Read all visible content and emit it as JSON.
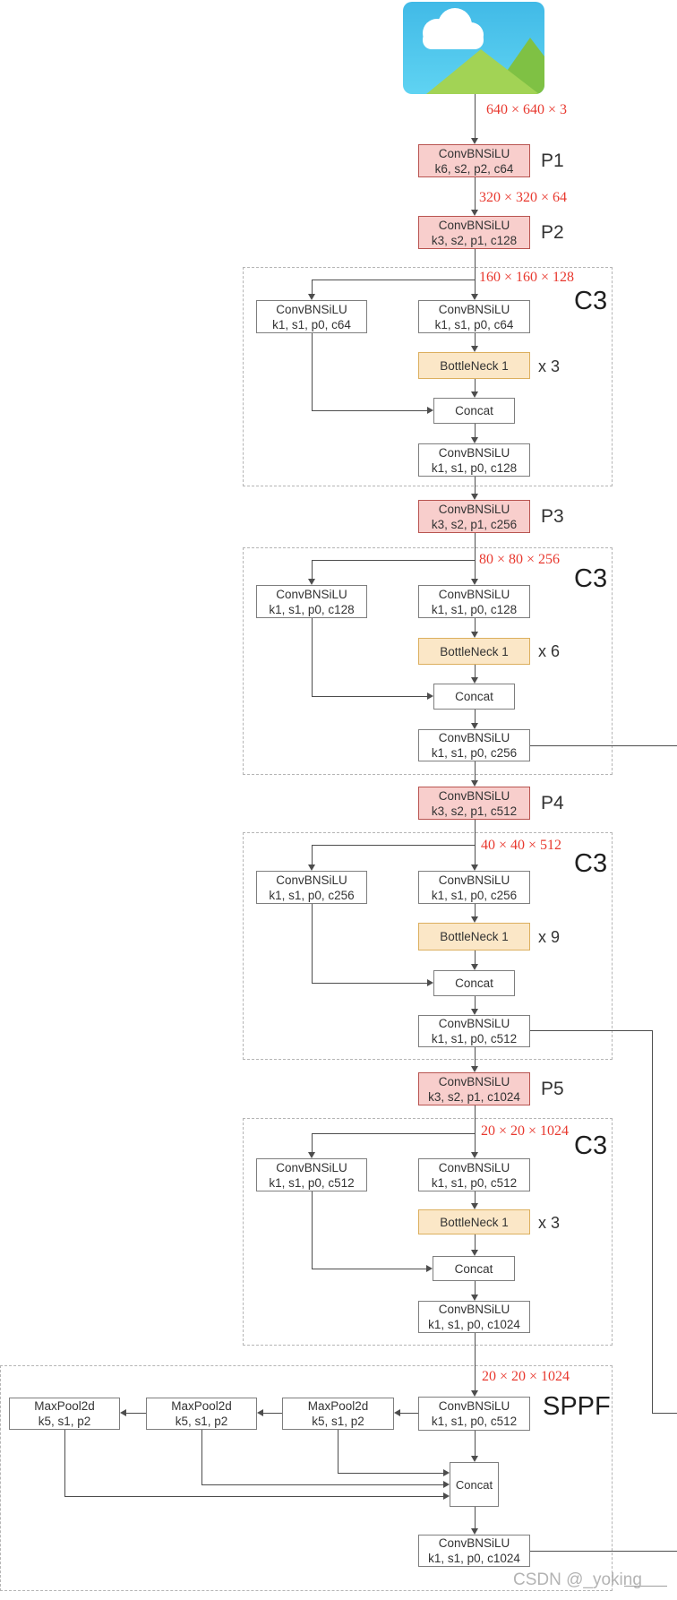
{
  "colors": {
    "dim_text_red": "#e8382e",
    "pink_fill": "#f8cecc",
    "pink_stroke": "#b85450",
    "orange_fill": "#fbe7c7",
    "orange_stroke": "#dcaf5e",
    "white_box_stroke": "#7e7e7e",
    "line": "#4d4d4d",
    "dashed_border": "#b5b5b5",
    "sky_blue": "#47c1ec",
    "mountain_front_green": "#a2d355",
    "mountain_back_green": "#7fc144"
  },
  "dims": [
    "640 × 640 × 3",
    "320 × 320 × 64",
    "160 × 160 × 128",
    "80 × 80 × 256",
    "40 × 40 × 512",
    "20 × 20 × 1024",
    "20 × 20 × 1024"
  ],
  "stem": [
    {
      "label": "P1",
      "line1": "ConvBNSiLU",
      "line2": "k6, s2, p2, c64"
    },
    {
      "label": "P2",
      "line1": "ConvBNSiLU",
      "line2": "k3, s2, p1, c128"
    },
    {
      "label": "P3",
      "line1": "ConvBNSiLU",
      "line2": "k3, s2, p1, c256"
    },
    {
      "label": "P4",
      "line1": "ConvBNSiLU",
      "line2": "k3, s2, p1, c512"
    },
    {
      "label": "P5",
      "line1": "ConvBNSiLU",
      "line2": "k3, s2, p1, c1024"
    }
  ],
  "c3": [
    {
      "label": "C3",
      "repeat": "x 3",
      "left1": "ConvBNSiLU",
      "left2": "k1, s1, p0, c64",
      "right1": "ConvBNSiLU",
      "right2": "k1, s1, p0, c64",
      "bn": "BottleNeck 1",
      "concat": "Concat",
      "out1": "ConvBNSiLU",
      "out2": "k1, s1, p0, c128"
    },
    {
      "label": "C3",
      "repeat": "x 6",
      "left1": "ConvBNSiLU",
      "left2": "k1, s1, p0, c128",
      "right1": "ConvBNSiLU",
      "right2": "k1, s1, p0, c128",
      "bn": "BottleNeck 1",
      "concat": "Concat",
      "out1": "ConvBNSiLU",
      "out2": "k1, s1, p0, c256"
    },
    {
      "label": "C3",
      "repeat": "x 9",
      "left1": "ConvBNSiLU",
      "left2": "k1, s1, p0, c256",
      "right1": "ConvBNSiLU",
      "right2": "k1, s1, p0, c256",
      "bn": "BottleNeck 1",
      "concat": "Concat",
      "out1": "ConvBNSiLU",
      "out2": "k1, s1, p0, c512"
    },
    {
      "label": "C3",
      "repeat": "x 3",
      "left1": "ConvBNSiLU",
      "left2": "k1, s1, p0, c512",
      "right1": "ConvBNSiLU",
      "right2": "k1, s1, p0, c512",
      "bn": "BottleNeck 1",
      "concat": "Concat",
      "out1": "ConvBNSiLU",
      "out2": "k1, s1, p0, c1024"
    }
  ],
  "sppf": {
    "label": "SPPF",
    "conv_in1": "ConvBNSiLU",
    "conv_in2": "k1, s1, p0, c512",
    "mp": [
      {
        "l1": "MaxPool2d",
        "l2": "k5, s1, p2"
      },
      {
        "l1": "MaxPool2d",
        "l2": "k5, s1, p2"
      },
      {
        "l1": "MaxPool2d",
        "l2": "k5, s1, p2"
      }
    ],
    "concat": "Concat",
    "out1": "ConvBNSiLU",
    "out2": "k1, s1, p0, c1024"
  },
  "watermark": {
    "text": "CSDN @_yoking"
  }
}
